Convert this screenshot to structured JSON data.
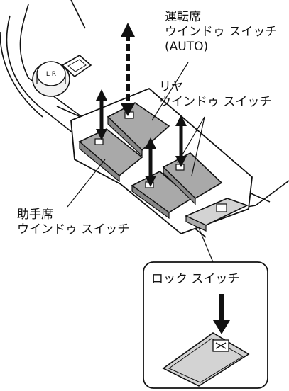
{
  "labels": {
    "driver_line1": "運転席",
    "driver_line2": "ウインドゥ スイッチ",
    "driver_line3": "(AUTO)",
    "rear_line1": "リヤ",
    "rear_line2": "ウインドゥ スイッチ",
    "passenger_line1": "助手席",
    "passenger_line2": "ウインドゥ スイッチ",
    "lock_label": "ロック スイッチ"
  },
  "mirror_knob_letters": "L R",
  "colors": {
    "outline": "#111111",
    "switch_fill": "#a9a9a9",
    "panel_fill": "#ffffff",
    "lock_fill": "#d3d3d3"
  }
}
